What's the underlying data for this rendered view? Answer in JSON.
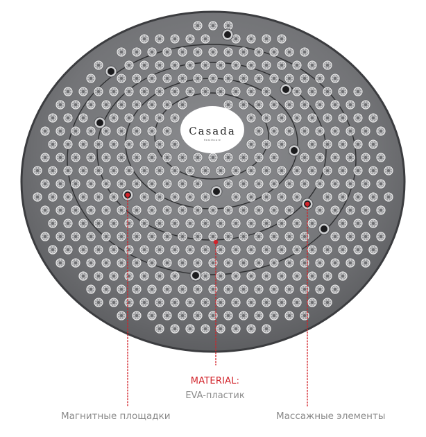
{
  "brand": {
    "name": "Casada",
    "sub": "Healthcare"
  },
  "labels": {
    "material_title": "MATERIAL:",
    "material_value": "EVA-пластик",
    "magnetic_pads": "Магнитные площадки",
    "massage_elements": "Массажные элементы"
  },
  "colors": {
    "disc": "#77787b",
    "disc_dark": "#3e3f42",
    "node_face": "#8a8b8e",
    "node_rim": "#515255",
    "node_light": "#e6e6e6",
    "magnet_ring": "#d6d6d6",
    "magnet_core": "#1c1c1e",
    "center_logo_bg": "#ffffff",
    "accent": "#d2232a",
    "muted_text": "#8a8a8a"
  }
}
